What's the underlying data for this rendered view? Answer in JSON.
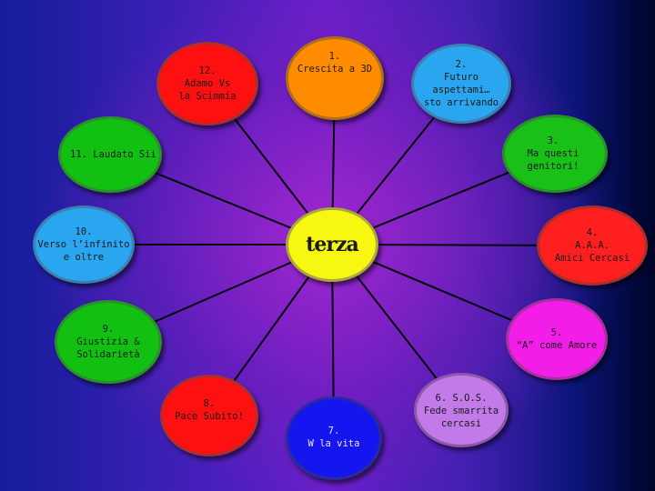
{
  "center": {
    "label": "terza",
    "color": "#f7f712"
  },
  "nodes": [
    {
      "id": "1",
      "text": "1.\nCrescita a 3D",
      "color": "#ff8c00",
      "border": "#b0701a"
    },
    {
      "id": "2",
      "text": "2.\nFuturo aspettami…\nsto arrivando",
      "color": "#2aa6f0",
      "border": "#3d7fb0"
    },
    {
      "id": "3",
      "text": "3.\nMa questi genitori!",
      "color": "#18c018",
      "border": "#2b8f2b"
    },
    {
      "id": "4",
      "text": "4.\nA.A.A.\nAmici Cercasi",
      "color": "#ff1f1f",
      "border": "#a83030"
    },
    {
      "id": "5",
      "text": "5.\n“A” come Amore",
      "color": "#f21ee8",
      "border": "#a630a0"
    },
    {
      "id": "6",
      "text": "6. S.O.S.\nFede smarrita\ncercasi",
      "color": "#c27ae8",
      "border": "#8a5aa8"
    },
    {
      "id": "7",
      "text": "7.\nW la vita",
      "color": "#1515f0",
      "border": "#2a2aa0"
    },
    {
      "id": "8",
      "text": "8.\nPace Subito!",
      "color": "#ff1010",
      "border": "#a83030"
    },
    {
      "id": "9",
      "text": "9.\nGiustizia &\nSolidarietà",
      "color": "#12c012",
      "border": "#2b8f2b"
    },
    {
      "id": "10",
      "text": "10.\nVerso l’infinito\ne oltre",
      "color": "#2aa6f0",
      "border": "#3d7fb0"
    },
    {
      "id": "11",
      "text": "11. Laudato Sii",
      "color": "#12c012",
      "border": "#2b8f2b"
    },
    {
      "id": "12",
      "text": "12.\nAdamo Vs\nla Scimmia",
      "color": "#ff1010",
      "border": "#a83030"
    }
  ]
}
